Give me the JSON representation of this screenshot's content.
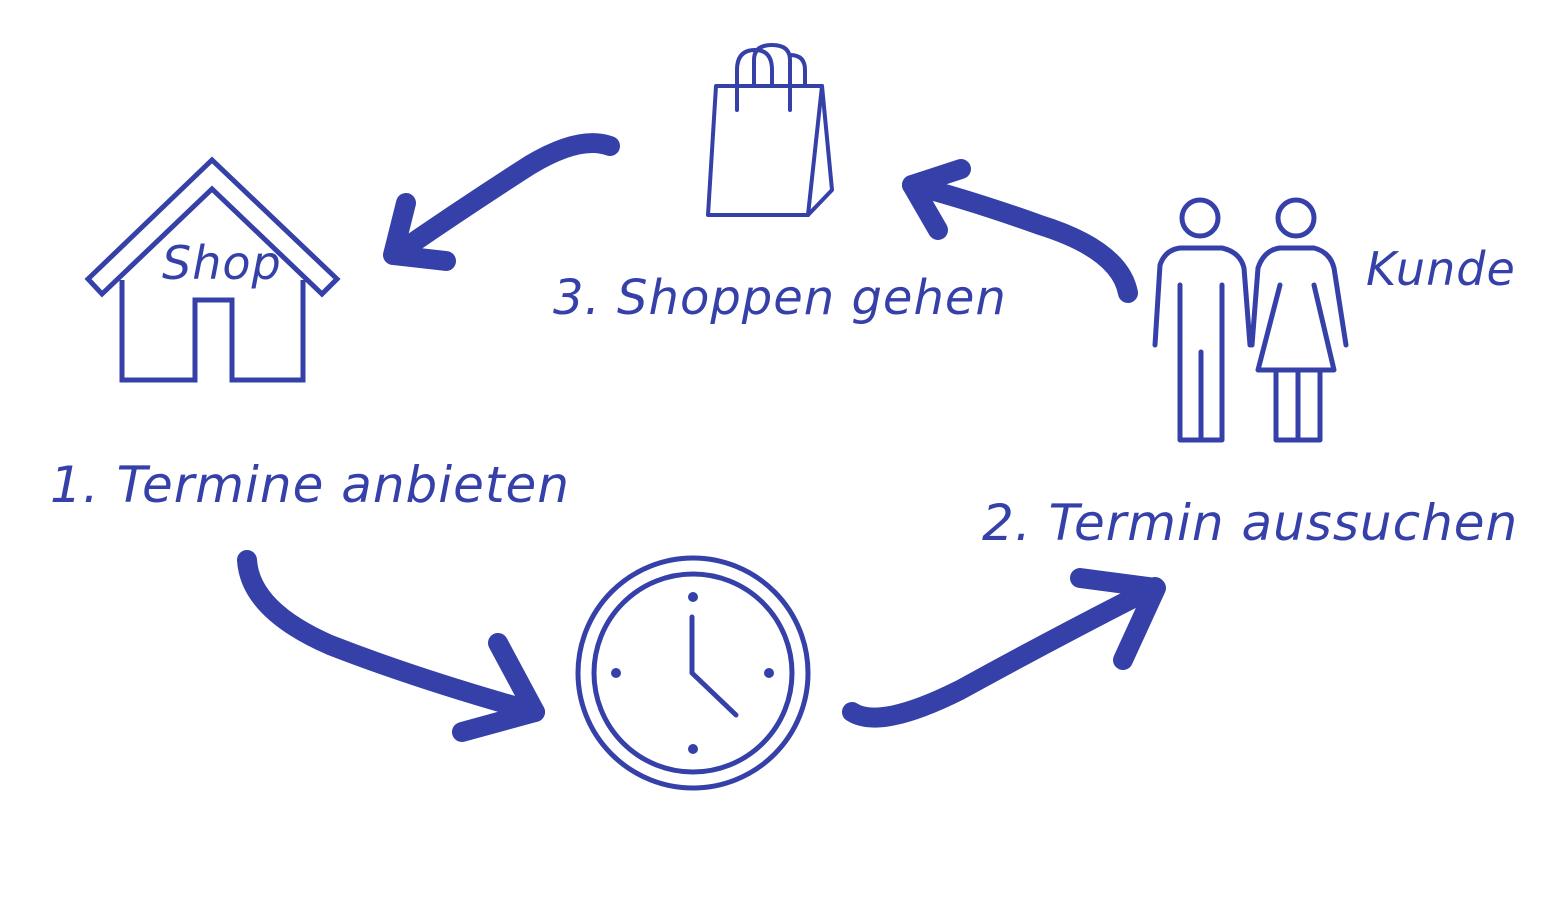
{
  "colors": {
    "primary": "#3540a8",
    "background": "#ffffff"
  },
  "labels": {
    "shop": "Shop",
    "kunde": "Kunde",
    "step1": "1. Termine anbieten",
    "step2": "2. Termin aussuchen",
    "step3": "3. Shoppen gehen"
  },
  "icons": [
    "house-icon",
    "shopping-bag-icon",
    "people-icon",
    "clock-icon"
  ]
}
